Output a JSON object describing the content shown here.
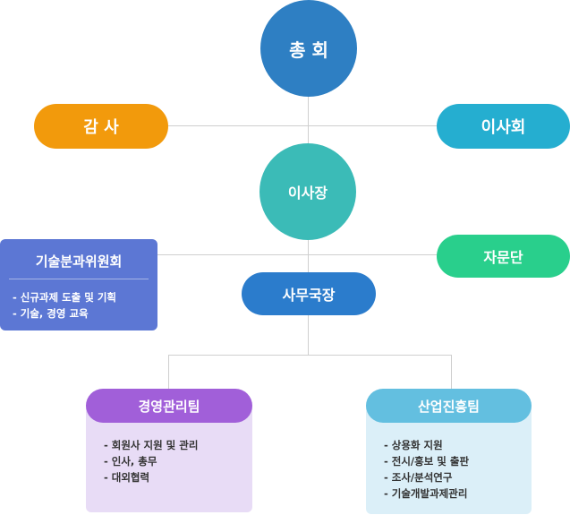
{
  "org": {
    "general_meeting": "총 회",
    "auditor": "감 사",
    "board": "이사회",
    "chairman": "이사장",
    "tech_committee": {
      "title": "기술분과위원회",
      "items": [
        "- 신규과제 도출 및 기획",
        "- 기술, 경영 교육"
      ]
    },
    "advisory": "자문단",
    "secretary_general": "사무국장",
    "management_team": {
      "title": "경영관리팀",
      "items": [
        "- 회원사 지원 및 관리",
        "- 인사, 총무",
        "- 대외협력"
      ]
    },
    "industry_team": {
      "title": "산업진흥팀",
      "items": [
        "- 상용화 지원",
        "- 전시/홍보 및 출판",
        "- 조사/분석연구",
        "- 기술개발과제관리"
      ]
    }
  },
  "colors": {
    "general_meeting": "#2e7fc3",
    "auditor": "#f29a0c",
    "board": "#25aed0",
    "chairman": "#3bbbb7",
    "tech_committee": "#5c77d4",
    "advisory": "#29cf8c",
    "secretary_general": "#2b7ccc",
    "management_header": "#a15fd9",
    "management_body": "#e8dcf6",
    "industry_header": "#63bfe0",
    "industry_body": "#dbeff8",
    "connector": "#cfcfcf"
  }
}
